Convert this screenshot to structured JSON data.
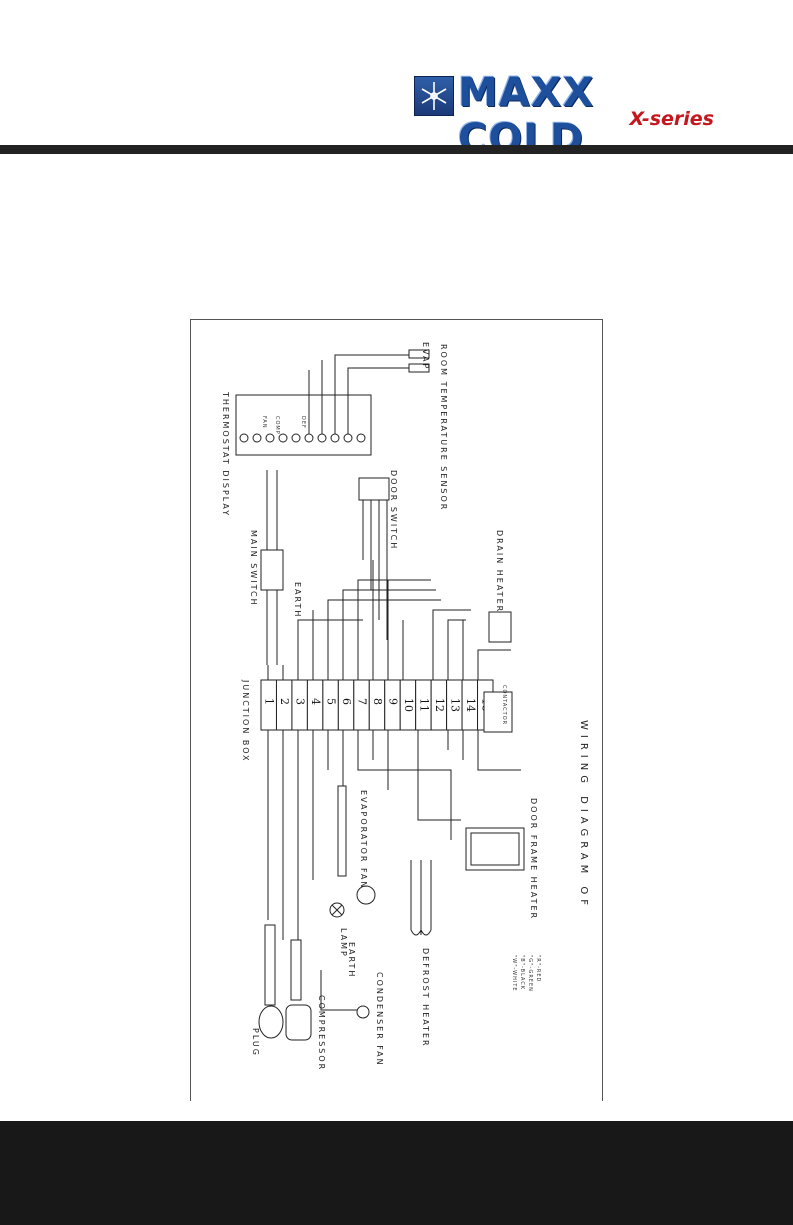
{
  "brand": {
    "name": "MAXX COLD",
    "series": "X-series",
    "colors": {
      "primary": "#1e4f9c",
      "accent": "#c4161c",
      "bar": "#222222",
      "footer": "#181818"
    }
  },
  "diagram": {
    "title": "WIRING DIAGRAM OF",
    "labels": {
      "thermostat": "THERMOSTAT DISPLAY",
      "evap": "EVAP",
      "room_sensor": "ROOM TEMPERATURE SENSOR",
      "door_switch": "DOOR SWITCH",
      "main_switch": "MAIN SWITCH",
      "earth_top": "EARTH",
      "junction_box": "JUNCTION BOX",
      "drain_heater": "DRAIN HEATER",
      "contactor": "CONTACTOR",
      "evaporator_fan": "EVAPORATOR FAN",
      "door_frame_heater": "DOOR FRAME HEATER",
      "lamp": "LAMP",
      "earth_bottom": "EARTH",
      "defrost_heater": "DEFROST HEATER",
      "plug": "PLUG",
      "compressor": "COMPRESSOR",
      "condenser_fan": "CONDENSER FAN"
    },
    "thermostat_terminals": [
      "FAN",
      "COMP",
      "DEF"
    ],
    "junction_terminals": [
      "1",
      "2",
      "3",
      "4",
      "5",
      "6",
      "7",
      "8",
      "9",
      "10",
      "11",
      "12",
      "13",
      "14",
      "15"
    ],
    "legend": [
      "\"W\"-WHITE",
      "\"B\"-BLACK",
      "\"G\"-GREEN",
      "\"R\"-RED"
    ]
  }
}
